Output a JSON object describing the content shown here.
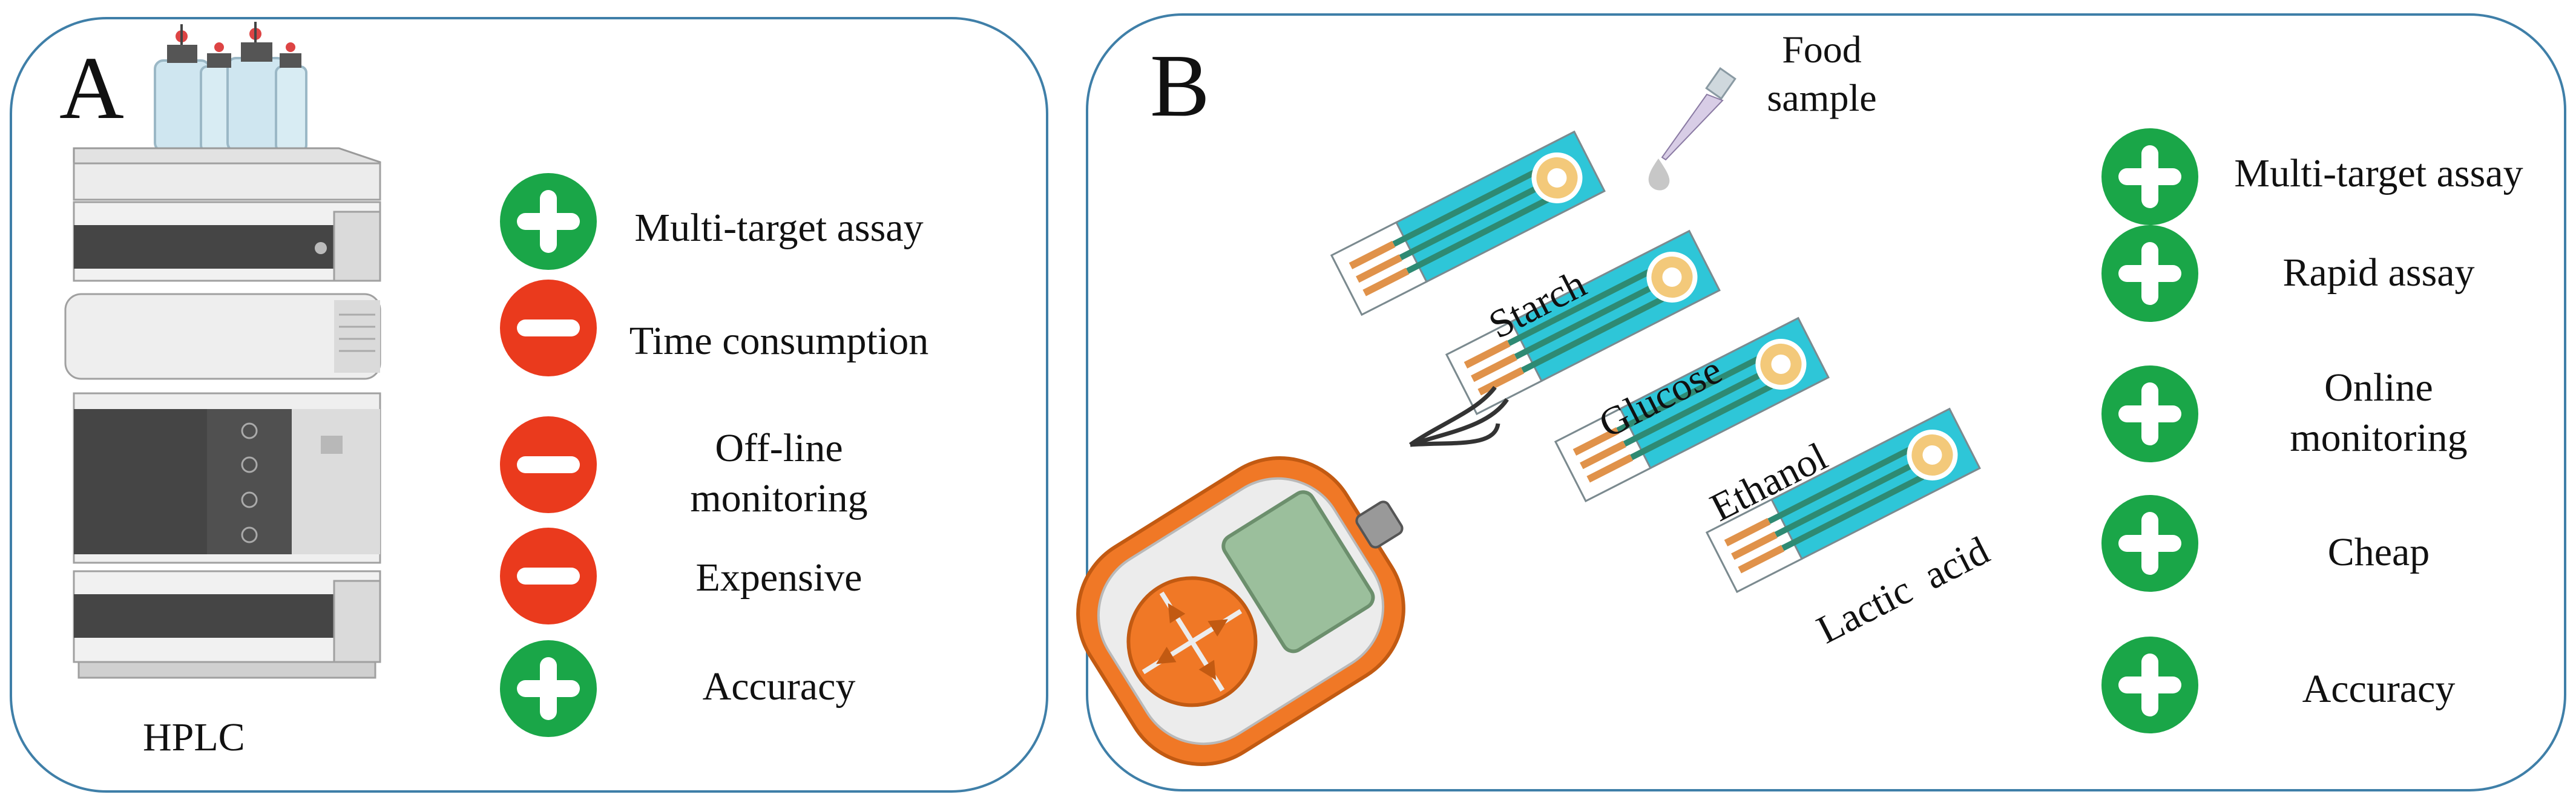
{
  "panel_a": {
    "letter": "A",
    "device_label": "HPLC",
    "features": [
      {
        "sign": "plus",
        "label": "Multi-target assay"
      },
      {
        "sign": "minus",
        "label": "Time consumption"
      },
      {
        "sign": "minus",
        "label": "Off-line\nmonitoring"
      },
      {
        "sign": "minus",
        "label": "Expensive"
      },
      {
        "sign": "plus",
        "label": "Accuracy"
      }
    ]
  },
  "panel_b": {
    "letter": "B",
    "food_sample": "Food\nsample",
    "strips": [
      "Starch",
      "Glucose",
      "Ethanol",
      "Lactic  acid"
    ],
    "features": [
      {
        "sign": "plus",
        "label": "Multi-target assay"
      },
      {
        "sign": "plus",
        "label": "Rapid assay"
      },
      {
        "sign": "plus",
        "label": "Online\nmonitoring"
      },
      {
        "sign": "plus",
        "label": "Cheap"
      },
      {
        "sign": "plus",
        "label": "Accuracy"
      }
    ]
  },
  "colors": {
    "panel_border": "#3f7fa8",
    "plus": "#1aa648",
    "minus": "#ea3a1d",
    "strip": "#2ec6d8",
    "meter": "#f07826"
  }
}
